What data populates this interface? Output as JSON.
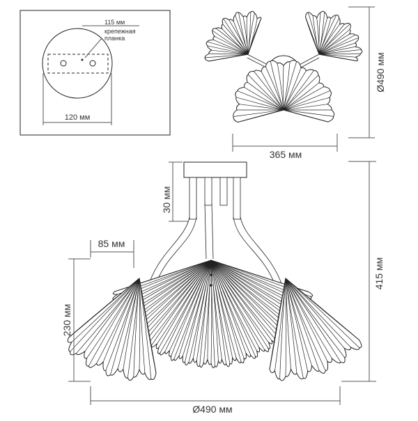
{
  "colors": {
    "line": "#222222",
    "dimension": "#555555",
    "text": "#333333",
    "background": "#ffffff"
  },
  "inset": {
    "plate_width_label": "120 мм",
    "bracket_width_label": "115 мм",
    "bracket_caption_line1": "крепежная",
    "bracket_caption_line2": "планка"
  },
  "top_view": {
    "diameter_label": "Ø490 мм",
    "width_label": "365 мм"
  },
  "side_view": {
    "canopy_height_label": "30 мм",
    "shade_offset_label": "85 мм",
    "shade_height_label": "230 мм",
    "total_height_label": "415 мм",
    "diameter_label": "Ø490 мм"
  }
}
